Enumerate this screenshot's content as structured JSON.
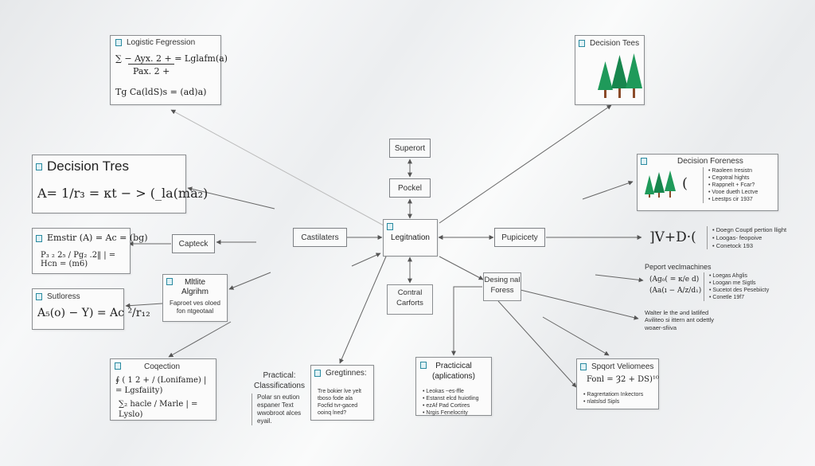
{
  "nodes": {
    "logistic": {
      "title": "Logistic Fegression",
      "eq1a": "Ayx. 2 +",
      "eq1b": "= Lglafm(a)",
      "eq1c": "Pax. 2 +",
      "eq2": "Tg Ca(ldS)s = (ad)a)"
    },
    "tree_tl": {
      "title": "Decision Tres",
      "eq": "A= 1/r₃ = κt − > (_la(ma₂)"
    },
    "emstir": {
      "title": "Emstir (A) = Ac = (bg)",
      "eq": "P₃ ₂ 2₅ / Pg₂ .2‖ | = Hcn = (m6)"
    },
    "sutlores": {
      "title": "Sutloress",
      "eq": "A₅(o) − Y) = Ac ²/r₁₂"
    },
    "capteck": {
      "label": "Capteck"
    },
    "mitlite": {
      "title": "Mltlite",
      "subtitle": "Algrihm",
      "l1": "Faproet ves oloed",
      "l2": "fon ntgeotaal"
    },
    "coqection": {
      "title": "Coqection",
      "eq1": "∮ ( 1 2 + / (Lonifame) | = Lgsfaiity)",
      "eq2": "∑₂ hacle / Marle | = Lyslo)"
    },
    "practical_class": {
      "title": "Practical:",
      "subtitle": "Classifications",
      "l1": "Polar sn eution",
      "l2": "espaner Text",
      "l3": "wwobroot alces",
      "l4": "eyail."
    },
    "gregtinnes": {
      "title": "Gregtinnes:",
      "l1": "Tre bokier lve yelt",
      "l2": "tboso fode ala",
      "l3": "Focfid tvr-gaced",
      "l4": "ooinq lned?"
    },
    "practicical": {
      "title": "Practicical",
      "subtitle": "(aplications)",
      "l1": "Leokas ~es-ffle",
      "l2": "Estanst elcd huiotling",
      "l3": "ezAf Pad Cortires",
      "l4": "Nrgis Fenelocrity"
    },
    "sport_veh": {
      "title": "Spqort Veliomees",
      "eq": "Fonl = Ȝ2 + DS)¹⁰",
      "l1": "Ragrertatiom Inkectors",
      "l2": "nlatslsd Sipls"
    },
    "tree_tr": {
      "title": "Decision Tees"
    },
    "forests": {
      "title": "Decision Foreness",
      "b1": "Raoleen Iresistn",
      "b2": "Cegotral hights",
      "b3": "Rappnelt + Fcar?",
      "b4": "Vooe dueth Lectve",
      "b5": "Leestps cir 1937"
    },
    "pupicety_out": {
      "eq": "]V+D·(",
      "b1": "Doegn Couptl pertion llight",
      "b2": "Loogas- feopoive",
      "b3": "Conetock 193"
    },
    "port_vec": {
      "title": "Peport veclmachines",
      "eq1": "(Ag₀( = κ/e d)",
      "eq2": "(Aa(ı − A/z/d₁)",
      "b1": "Loegas Ahglis",
      "b2": "Loogan me Sigtls",
      "b3": "Sucetot des Pesebiicty",
      "b4": "Conetle 19f7"
    },
    "water": {
      "l1": "Walter le the ənd latlifed",
      "l2": "Aviliteo si ittern ant odettly",
      "l3": "woaer-sfiiva"
    },
    "superort": {
      "label": "Superort"
    },
    "pocket": {
      "label": "Pockel"
    },
    "castilaters": {
      "label": "Castilaters"
    },
    "legimation": {
      "label": "Legitnation"
    },
    "pupicety": {
      "label": "Pupicicety"
    },
    "cantral": {
      "label": "Contral Carforts"
    },
    "desing": {
      "label": "Desing nal Foress"
    }
  },
  "colors": {
    "tree_trunk": "#8b4b2a",
    "tree_green": "#1f9a5a",
    "accent": "#2a8aa0",
    "border": "#7d8084"
  }
}
